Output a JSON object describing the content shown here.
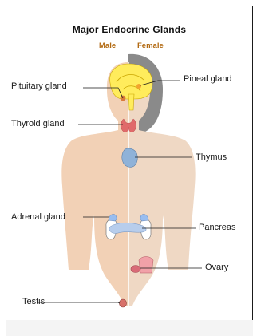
{
  "title": "Major Endocrine Glands",
  "legend": {
    "male": "Male",
    "female": "Female"
  },
  "labels": {
    "pituitary": "Pituitary gland",
    "thyroid": "Thyroid gland",
    "adrenal": "Adrenal gland",
    "testis": "Testis",
    "pineal": "Pineal gland",
    "thymus": "Thymus",
    "pancreas": "Pancreas",
    "ovary": "Ovary"
  },
  "colors": {
    "male_skin": "#f2d1b6",
    "female_skin": "#efd8c4",
    "hair": "#8a8a8a",
    "brain": "#ffec5c",
    "thyroid": "#e06a6a",
    "thymus": "#8fb2d8",
    "adrenal": "#98bdf0",
    "pancreas": "#b7cdec",
    "ovary": "#d96b77",
    "testis": "#d8716a"
  }
}
